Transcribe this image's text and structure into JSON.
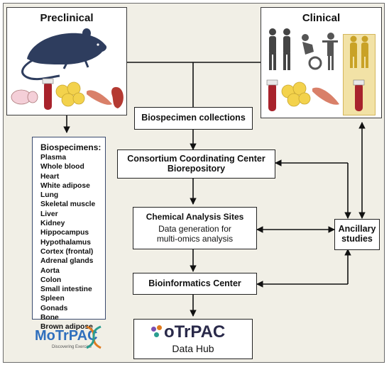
{
  "preclinical": {
    "title": "Preclinical"
  },
  "clinical": {
    "title": "Clinical"
  },
  "biospecimen_collections": "Biospecimen collections",
  "coordinating_center": {
    "line1": "Consortium Coordinating Center",
    "line2": "Biorepository"
  },
  "chemical_analysis": {
    "title": "Chemical Analysis Sites",
    "line1": "Data generation for",
    "line2": "multi-omics analysis"
  },
  "bioinformatics": "Bioinformatics Center",
  "ancillary": {
    "line1": "Ancillary",
    "line2": "studies"
  },
  "biospecimens": {
    "header": "Biospecimens:",
    "items": [
      "Plasma",
      "Whole blood",
      "Heart",
      "White adipose",
      "Lung",
      "Skeletal muscle",
      "Liver",
      "Kidney",
      "Hippocampus",
      "Hypothalamus",
      "Cortex (frontal)",
      "Adrenal glands",
      "Aorta",
      "Colon",
      "Small intestine",
      "Spleen",
      "Gonads",
      "Bone",
      "Brown adipose"
    ]
  },
  "logo": {
    "name": "MoTrPAC",
    "tagline": "Discovering Exercise"
  },
  "datahub": {
    "logo": "oTrPAC",
    "label": "Data Hub"
  },
  "colors": {
    "background": "#f1efe6",
    "rat": "#2e3d5e",
    "blood": "#a8232c",
    "fat": "#f3d24c",
    "muscle": "#d98069",
    "kidney": "#b43a32",
    "gold_box": "#f2e2a6"
  }
}
